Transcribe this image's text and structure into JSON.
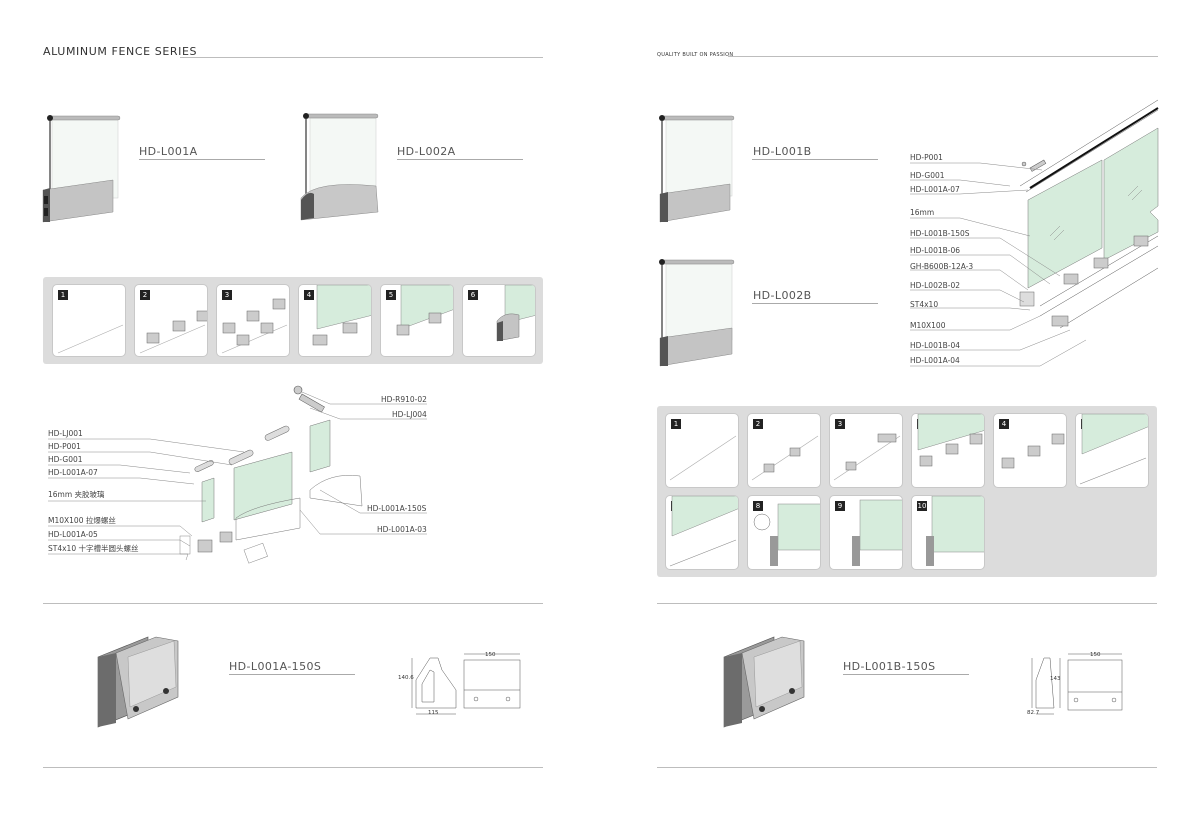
{
  "left": {
    "header": "ALUMINUM FENCE SERIES",
    "models": {
      "a": "HD-L001A",
      "b": "HD-L002A",
      "detail": "HD-L001A-150S"
    },
    "steps": [
      "1",
      "2",
      "3",
      "4",
      "5",
      "6"
    ],
    "exploded_labels": {
      "r910": "HD-R910-02",
      "lj004": "HD-LJ004",
      "lj001": "HD-LJ001",
      "p001": "HD-P001",
      "g001": "HD-G001",
      "l001a07": "HD-L001A-07",
      "glass": "16mm 夹胶玻璃",
      "m10": "M10X100 拉爆螺丝",
      "l001a05": "HD-L001A-05",
      "st4": "ST4x10 十字槽半圆头螺丝",
      "l001a150s": "HD-L001A-150S",
      "l001a03": "HD-L001A-03"
    },
    "dims": {
      "h": "140.6",
      "w": "115",
      "len": "150"
    }
  },
  "right": {
    "header": "QUALITY BUILT ON PASSION",
    "models": {
      "a": "HD-L001B",
      "b": "HD-L002B",
      "detail": "HD-L001B-150S"
    },
    "steps": [
      "1",
      "2",
      "3",
      "5",
      "4",
      "6",
      "7",
      "8",
      "9",
      "10"
    ],
    "exploded_labels": {
      "p001": "HD-P001",
      "g001": "HD-G001",
      "l001a07": "HD-L001A-07",
      "glass": "16mm",
      "l001b150s": "HD-L001B-150S",
      "l001b06": "HD-L001B-06",
      "gh": "GH-B600B-12A-3",
      "l002b02": "HD-L002B-02",
      "st4": "ST4x10",
      "m10": "M10X100",
      "l001b04": "HD-L001B-04",
      "l001a04": "HD-L001A-04"
    },
    "dims": {
      "h": "143",
      "w": "82.7",
      "len": "150"
    }
  },
  "colors": {
    "glass": "#d6ecdc",
    "metal": "#b8b8b8",
    "strip": "#dcdcdc"
  }
}
